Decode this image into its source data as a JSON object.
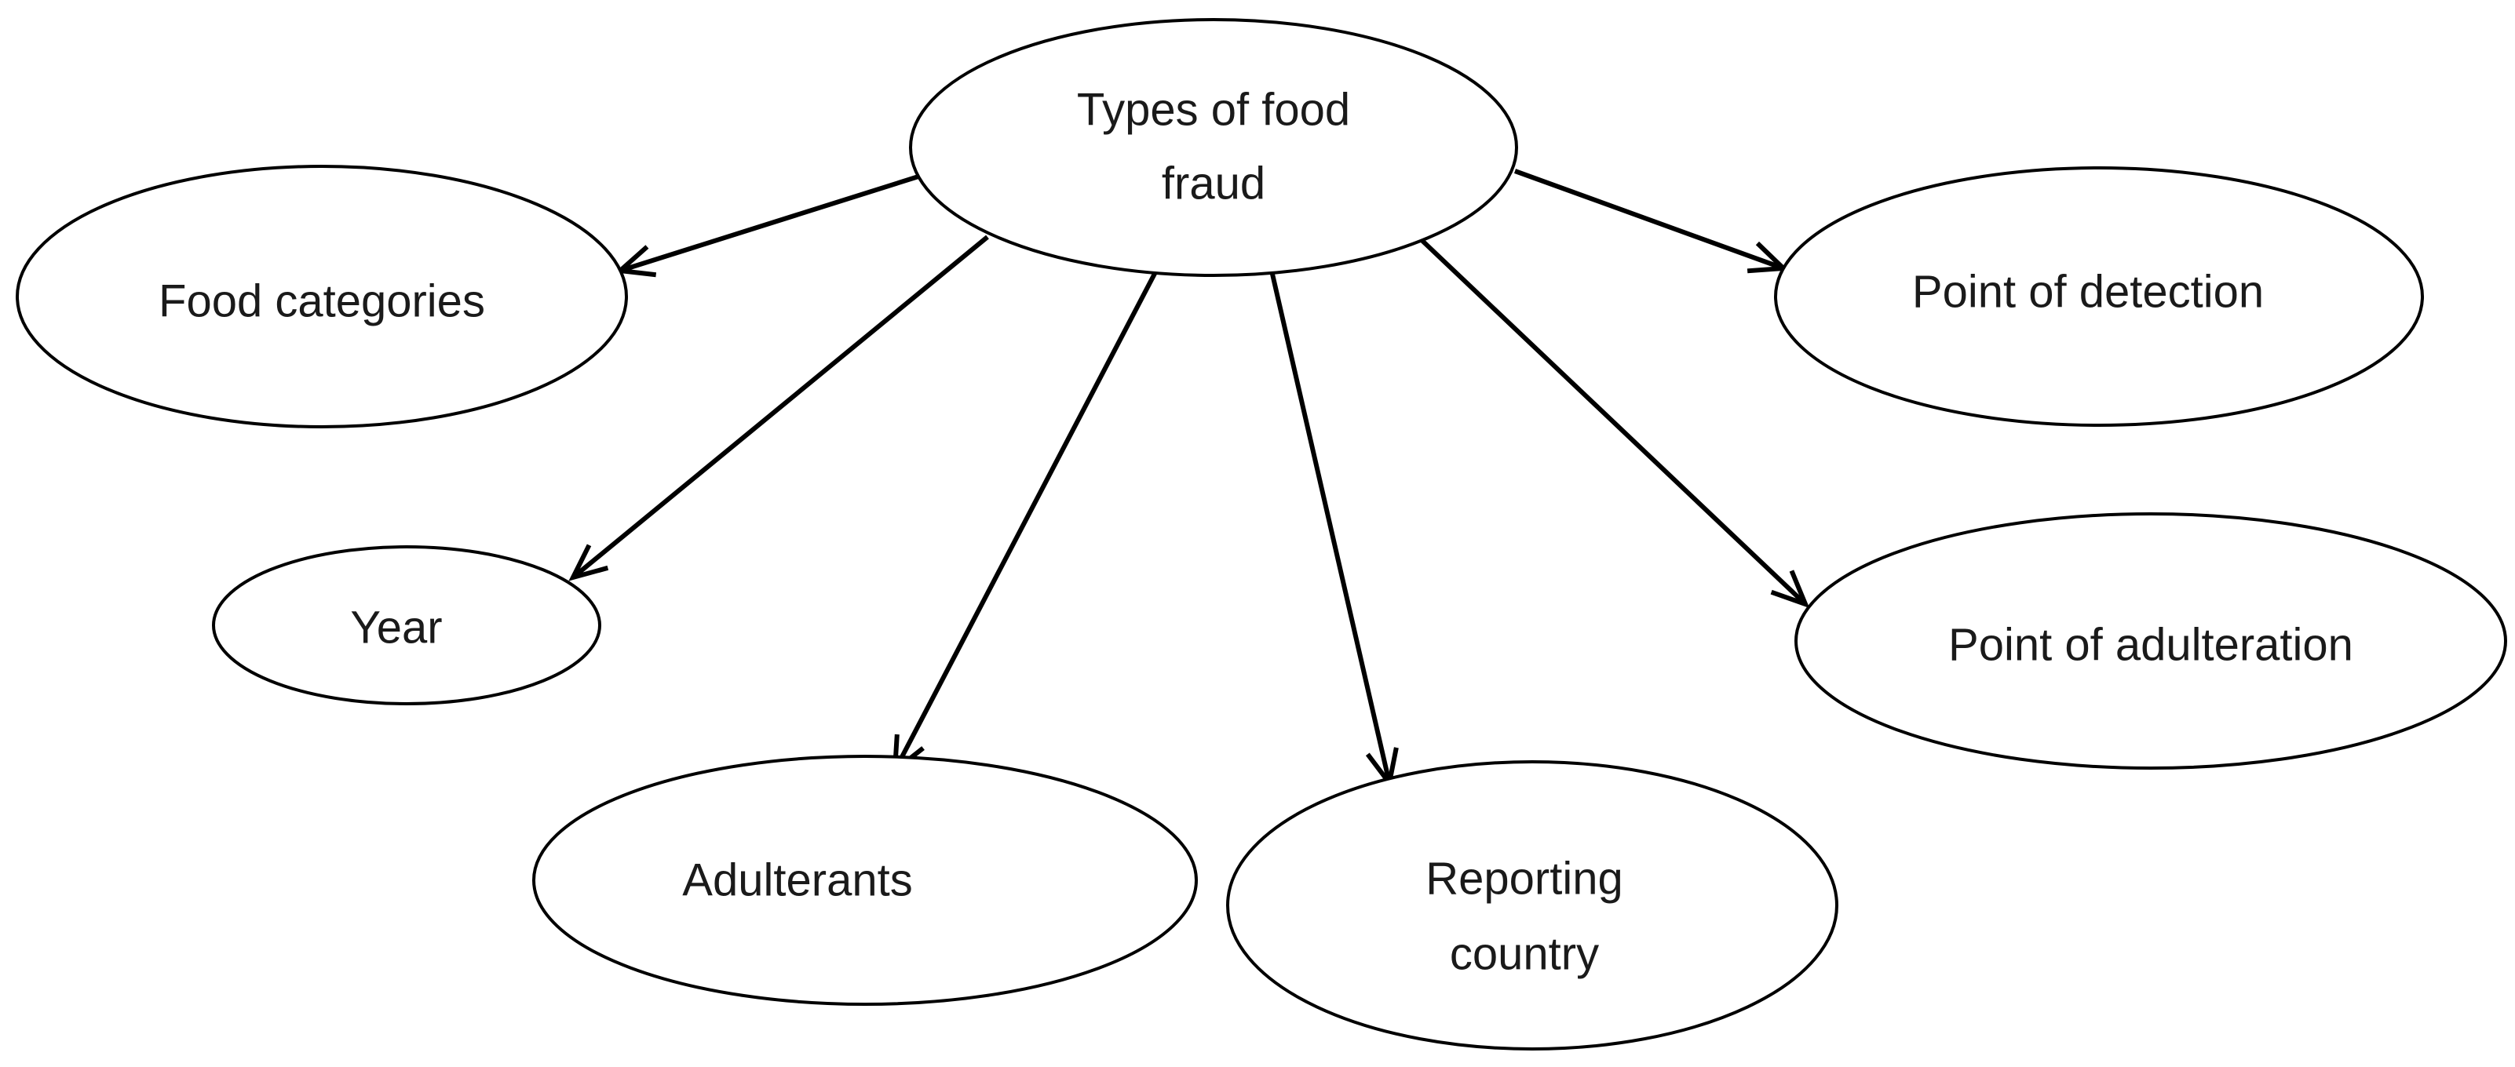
{
  "diagram": {
    "center": {
      "line1": "Types of food",
      "line2": "fraud"
    },
    "nodes": {
      "food_categories": "Food categories",
      "year": "Year",
      "adulterants": "Adulterants",
      "reporting_country": {
        "line1": "Reporting",
        "line2": "country"
      },
      "point_of_adulteration": "Point of adulteration",
      "point_of_detection": "Point of detection"
    },
    "colors": {
      "stroke": "#000000",
      "fill": "#ffffff",
      "text": "#1a1a1a"
    }
  }
}
